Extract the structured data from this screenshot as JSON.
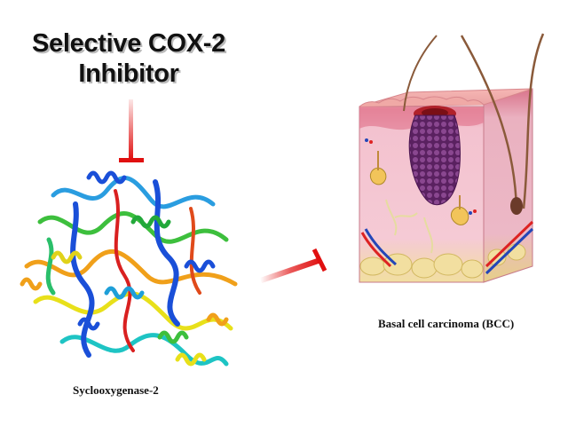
{
  "title": {
    "line1": "Selective COX-2",
    "line2": "Inhibitor"
  },
  "protein": {
    "caption": "Syclooxygenase-2"
  },
  "skin": {
    "caption": "Basal cell carcinoma (BCC)"
  },
  "colors": {
    "inhibition": "#e01010",
    "tumor": "#6a2a6e",
    "skin_surface": "#e89aa0",
    "dermis": "#f4c6d2",
    "fat": "#f2dfa0",
    "artery": "#d22",
    "vein": "#2346b8"
  }
}
